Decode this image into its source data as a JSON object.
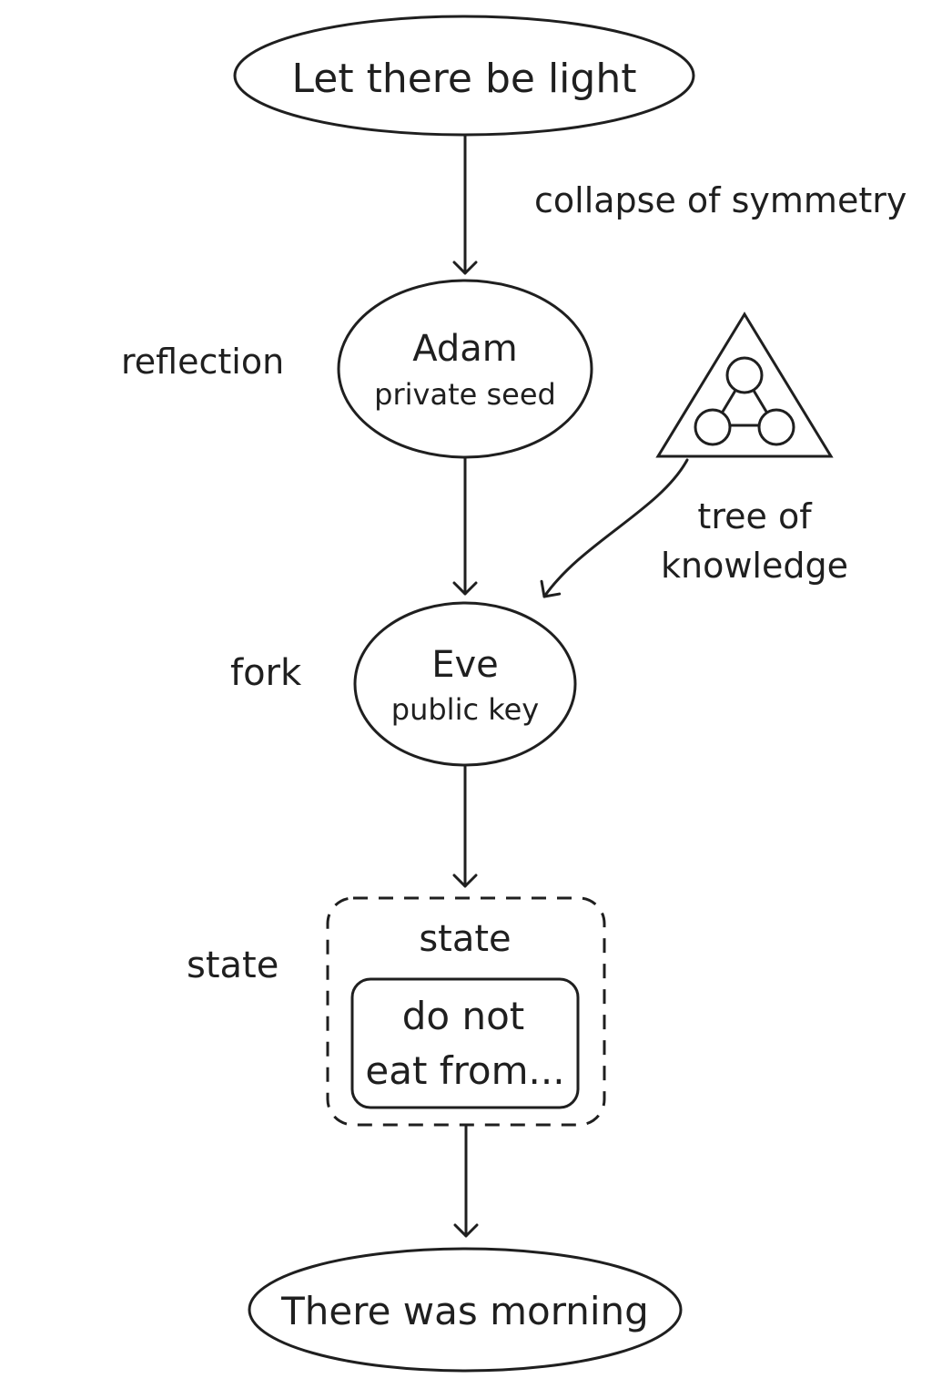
{
  "nodes": {
    "start": {
      "label": "Let there be light"
    },
    "adam": {
      "title": "Adam",
      "subtitle": "private seed"
    },
    "eve": {
      "title": "Eve",
      "subtitle": "public key"
    },
    "state_box": {
      "title": "state",
      "inner_line1": "do not",
      "inner_line2": "eat from..."
    },
    "end": {
      "label": "There was morning"
    }
  },
  "edge_labels": {
    "collapse": "collapse of symmetry",
    "reflection": "reflection",
    "fork": "fork",
    "state": "state",
    "tree_line1": "tree of",
    "tree_line2": "knowledge"
  },
  "icons": {
    "tree": "triangle-graph-icon"
  }
}
